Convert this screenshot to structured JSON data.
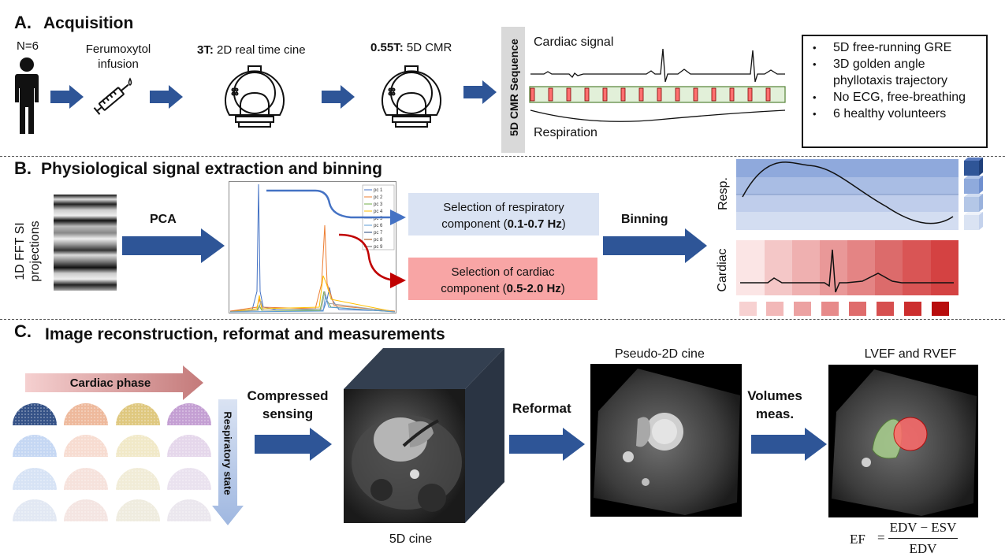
{
  "sectionA": {
    "letter": "A.",
    "title": "Acquisition",
    "n_label": "N=6",
    "infusion_label_1": "Ferumoxytol",
    "infusion_label_2": "infusion",
    "scanner1_bold": "3T:",
    "scanner1_rest": " 2D real time cine",
    "scanner2_bold": "0.55T:",
    "scanner2_rest": " 5D CMR",
    "sequence_label": "5D CMR Sequence",
    "cardiac_signal": "Cardiac signal",
    "respiration": "Respiration",
    "bullets": [
      "5D free-running GRE",
      "3D golden angle phyllotaxis trajectory",
      "No ECG, free-breathing",
      "6 healthy volunteers"
    ]
  },
  "sectionB": {
    "letter": "B.",
    "title": "Physiological signal extraction and binning",
    "projections_label_1": "1D FFT SI",
    "projections_label_2": "projections",
    "pca_label": "PCA",
    "legend": [
      "pc 1",
      "pc 2",
      "pc 3",
      "pc 4",
      "pc 5",
      "pc 6",
      "pc 7",
      "pc 8",
      "pc 9"
    ],
    "resp_sel_1": "Selection of respiratory",
    "resp_sel_2_pre": "component (",
    "resp_sel_2_bold": "0.1-0.7 Hz",
    "resp_sel_2_post": ")",
    "card_sel_1": "Selection of cardiac",
    "card_sel_2_pre": "component (",
    "card_sel_2_bold": "0.5-2.0 Hz",
    "card_sel_2_post": ")",
    "binning_label": "Binning",
    "resp_axis": "Resp.",
    "cardiac_axis": "Cardiac",
    "colors": {
      "resp_box": "#dae3f3",
      "card_box": "#f8a5a5",
      "arrow_blue": "#2e5597",
      "resp_arrow": "#4472c4",
      "card_arrow": "#c00000"
    }
  },
  "sectionC": {
    "letter": "C.",
    "title": "Image reconstruction, reformat and measurements",
    "cardiac_phase": "Cardiac phase",
    "respiratory_state": "Respiratory state",
    "cs_label_1": "Compressed",
    "cs_label_2": "sensing",
    "cine5d_label": "5D cine",
    "reformat_label": "Reformat",
    "pseudo_label": "Pseudo-2D cine",
    "volumes_label_1": "Volumes",
    "volumes_label_2": "meas.",
    "ef_title": "LVEF and RVEF",
    "formula": {
      "lhs": "EF",
      "eq": "=",
      "numerator": "EDV − ESV",
      "denominator": "EDV"
    }
  }
}
